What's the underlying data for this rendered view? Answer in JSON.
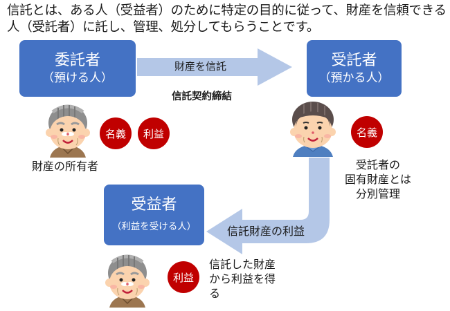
{
  "intro": {
    "line1": "信託とは、ある人（受益者）のために特定の目的に従って、財産を信頼できる",
    "line2": "人（受託者）に託し、管理、処分してもらうことです。"
  },
  "settlor": {
    "title": "委託者",
    "subtitle": "（預ける人）",
    "badges": [
      "名義",
      "利益"
    ],
    "caption": "財産の所有者"
  },
  "trust_arrow": {
    "label": "財産を信託",
    "caption": "信託契約締結"
  },
  "trustee": {
    "title": "受託者",
    "subtitle": "（預かる人）",
    "badges": [
      "名義"
    ],
    "caption_lines": [
      "受託者の",
      "固有財産とは",
      "分別管理"
    ]
  },
  "benefit_arrow": {
    "label": "信託財産の利益"
  },
  "beneficiary": {
    "title": "受益者",
    "subtitle": "（利益を受ける人）",
    "badges": [
      "利益"
    ],
    "caption_lines": [
      "信託した財産",
      "から利益を得",
      "る"
    ]
  },
  "colors": {
    "box": "#4472c4",
    "arrow": "#b4c7e7",
    "badge": "#c00000"
  }
}
